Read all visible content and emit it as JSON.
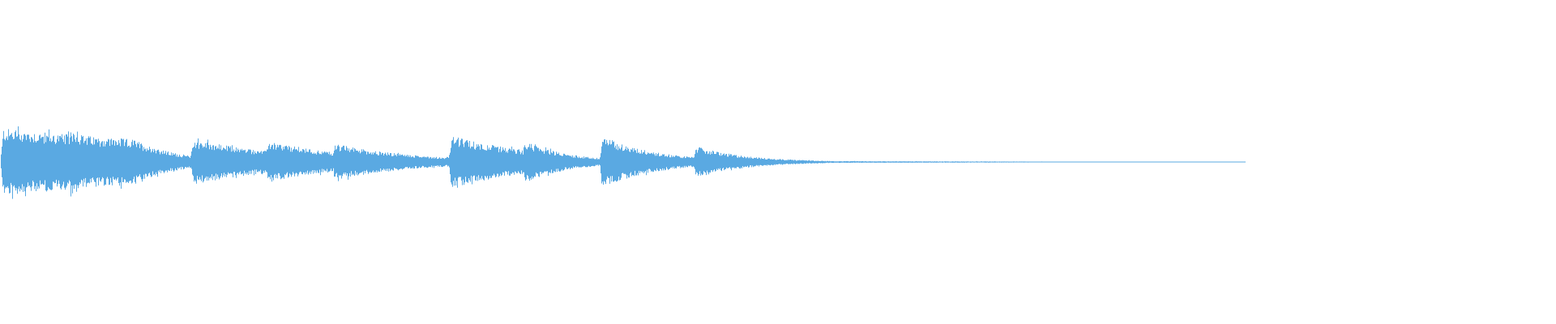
{
  "waveform": {
    "color": "#5aa9e2",
    "background": "#ffffff",
    "segments": [
      {
        "onset": 0.0,
        "decay_end": 0.086,
        "peak": 0.6,
        "tail": 0.4
      },
      {
        "onset": 0.043,
        "decay_end": 0.122,
        "peak": 0.66,
        "tail": 0.05
      },
      {
        "onset": 0.122,
        "decay_end": 0.17,
        "peak": 0.42,
        "tail": 0.2
      },
      {
        "onset": 0.17,
        "decay_end": 0.213,
        "peak": 0.38,
        "tail": 0.18
      },
      {
        "onset": 0.213,
        "decay_end": 0.288,
        "peak": 0.34,
        "tail": 0.08
      },
      {
        "onset": 0.288,
        "decay_end": 0.335,
        "peak": 0.48,
        "tail": 0.22
      },
      {
        "onset": 0.335,
        "decay_end": 0.385,
        "peak": 0.4,
        "tail": 0.07
      },
      {
        "onset": 0.385,
        "decay_end": 0.445,
        "peak": 0.48,
        "tail": 0.09
      },
      {
        "onset": 0.445,
        "decay_end": 0.52,
        "peak": 0.3,
        "tail": 0.03
      }
    ],
    "fade_out_end": 0.8
  }
}
